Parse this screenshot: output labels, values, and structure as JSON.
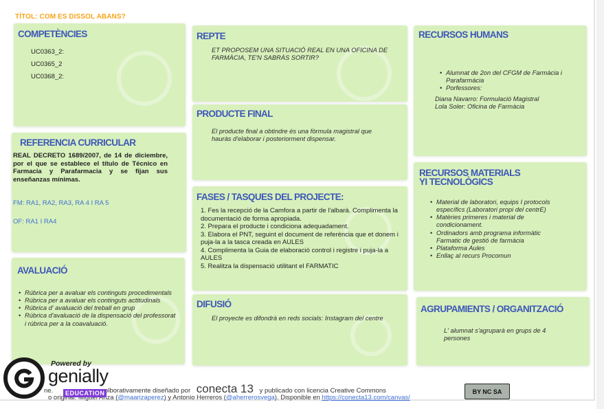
{
  "title": "TÍTOL: COM ES DISSOL ABANS?",
  "competencies": {
    "heading": "COMPETÈNCIES",
    "items": [
      "UC0363_2:",
      "UC0365_2",
      "UC0368_2:"
    ]
  },
  "repte": {
    "heading": "REPTE",
    "text": "ET PROPOSEM UNA SITUACIÓ REAL EN UNA OFICINA DE FARMÀCIA, TE'N SABRÀS SORTIR?"
  },
  "recursos_humans": {
    "heading": "RECURSOS HUMANS",
    "items": [
      "Alumnat de 2on del CFGM de Farmàcia i Parafarmàcia",
      "Porfessores:"
    ],
    "lines": [
      "Diana Navarro: Formulació Magistral",
      "Lola Soler: Oficina de Farmàcia"
    ]
  },
  "producte_final": {
    "heading": "PRODUCTE FINAL",
    "text": "El producte final a obtindre és una fòrmula magistral que hauràs d'elaborar i posteriorment dispensar."
  },
  "referencia": {
    "heading": "REFERENCIA CURRICULAR",
    "decree": "REAL DECRETO 1689/2007, de 14 de diciembre, por el que se establece el título de Técnico en Farmacia y Parafarmacia y se fijan sus enseñanzas mínimas.",
    "fm": "FM: RA1, RA2, RA3, RA 4 I RA 5",
    "of": "OF: RA1 I RA4"
  },
  "recursos_materials": {
    "heading_line1": "RECURSOS MATERIALS",
    "heading_line2": "YI TECNOLÒGICS",
    "items": [
      "Material de laboratori, equips I protocols específics (Laboratori propi del centrE)",
      "Matèries primeres i material de condicionament.",
      "Ordinadors amb programa informàtic Farmatic de gestió de farmàcia",
      "Plataforma Aules",
      "Enllaç al recurs Procomun"
    ]
  },
  "fases": {
    "heading": "FASES / TASQUES DEL PROJECTE:",
    "steps": [
      "1. Fes la recepció de la Camfora a partir de l'albarà. Complimenta la documentació de forma apropiada.",
      "2. Prepara el producte i condiciona adequadament.",
      "3. Elabora el PNT, seguint el document de referència que et donem i puja-la a la tasca creada en AULES",
      "4. Complimenta la Guia de elaboració control i registre i puja-la a AULES",
      "5. Realitza la dispensació utilitant el FARMATIC"
    ]
  },
  "avaluacio": {
    "heading": "AVALUACIÓ",
    "items": [
      "Rúbrica per a avaluar els continguts procedimentals",
      "Rúbrica per a avaluar els continguts actitudinals",
      "Rúbrica d' avaluació del treball en grup",
      "Rúbrica d'avaluació de la dispensació del professorat i rúbrica per a la coavaluació."
    ]
  },
  "difusio": {
    "heading": "DIFUSIÓ",
    "text": "El proyecte es difondrà en reds socials: Instagram del centre"
  },
  "agrupaments": {
    "heading": "AGRUPAMIENTS / ORGANITZACIÓ",
    "text": "L' alumnat s'agruparà en grups de 4 persones"
  },
  "footer": {
    "line1_a": "ne.",
    "line1_b": "para pensar col",
    "line1_c": "borativamente diseñado por",
    "brand": "conecta 13",
    "line1_d": "y publicado con licencia Creative Commons",
    "line2_a": "o original: Miguel Ariza (",
    "handle1": "@maarizaperez",
    "line2_b": ") y Antonio Herreros (",
    "handle2": "@aherrerosvega",
    "line2_c": "). Disponible en",
    "url": "https://conecta13.com/canvas/"
  },
  "genially": {
    "powered": "Powered by",
    "name": "genially",
    "education": "EDUCATION"
  },
  "license_badge": "BY NC SA",
  "colors": {
    "card_bg": "#d8f0bc",
    "heading": "#3d57b8",
    "title": "#f5a51c",
    "link": "#3d6fd6"
  }
}
